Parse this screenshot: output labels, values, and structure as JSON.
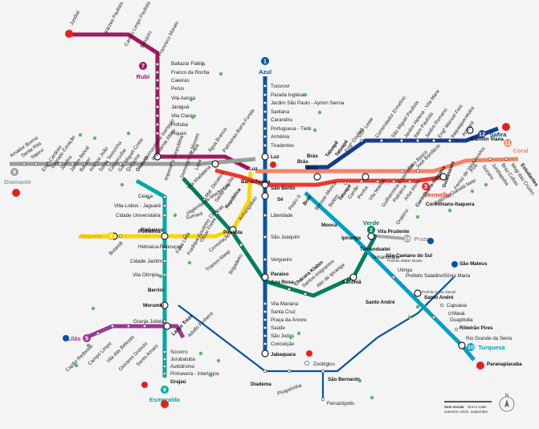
{
  "lines": {
    "azul": {
      "number": "1",
      "name": "Azul",
      "color": "#0455a1"
    },
    "verde": {
      "number": "2",
      "name": "Verde",
      "color": "#007e5e"
    },
    "vermelha": {
      "number": "3",
      "name": "Vermelha",
      "color": "#ee372f"
    },
    "amarela": {
      "number": "4",
      "name": "Amarela",
      "color": "#fed304"
    },
    "lilas": {
      "number": "5",
      "name": "Lilás",
      "color": "#9b3894"
    },
    "rubi": {
      "number": "7",
      "name": "Rubi",
      "color": "#a0185f"
    },
    "diamante": {
      "number": "8",
      "name": "Diamante",
      "color": "#97a098"
    },
    "esmeralda": {
      "number": "9",
      "name": "Esmeralda",
      "color": "#01a9a7"
    },
    "turquesa": {
      "number": "10",
      "name": "Turquesa",
      "color": "#049fc3"
    },
    "coral": {
      "number": "11",
      "name": "Coral",
      "color": "#f68368"
    },
    "safira": {
      "number": "12",
      "name": "Safira",
      "color": "#133c8d"
    },
    "prata": {
      "number": "15",
      "name": "Prata",
      "color": "#a9a9a9"
    }
  },
  "stations": {
    "rubi": [
      "Jundiaí",
      "Várzea Paulista",
      "Campo Limpo Paulista",
      "Botujuru",
      "Francisco Morato",
      "Baltazar Fidélis",
      "Franco da Rocha",
      "Caieiras",
      "Perus",
      "Vila Aurora",
      "Jaraguá",
      "Vila Clarice",
      "Pirituba",
      "Piqueri",
      "Lapa",
      "Água Branca",
      "Palmeiras-Barra Funda"
    ],
    "azul": [
      "Tucuruvi",
      "Parada Inglesa",
      "Jardim São Paulo - Ayrton Senna",
      "Santana",
      "Carandiru",
      "Portuguesa - Tietê",
      "Armênia",
      "Tiradentes",
      "Luz",
      "São Bento",
      "Sé",
      "Liberdade",
      "São Joaquim",
      "Vergueiro",
      "Paraíso",
      "Ana Rosa",
      "Vila Mariana",
      "Santa Cruz",
      "Praça da Árvore",
      "Saúde",
      "São Judas",
      "Conceição",
      "Jabaquara"
    ],
    "verde": [
      "Vila Madalena",
      "Sumaré",
      "Clínicas",
      "Consolação",
      "Trianon-Masp",
      "Brigadeiro",
      "Chácara Klabin",
      "Santos-Imigrantes",
      "Alto do Ipiranga",
      "Sacomã",
      "Tamanduateí",
      "Vila Prudente"
    ],
    "vermelha": [
      "Barra Funda",
      "Mal. Deodoro",
      "Santa Cecília",
      "República",
      "Anhangabaú",
      "Pedro II",
      "Brás",
      "Bresser-Mooca",
      "Belém",
      "Tatuapé",
      "Carrão",
      "Penha",
      "Vila Matilde",
      "Guilhermina-Esperança",
      "Patriarca",
      "Artur Alvim",
      "Corinthians-Itaquera"
    ],
    "amarela": [
      "Butantã",
      "Pinheiros",
      "Faria Lima",
      "Fradique Coutinho",
      "Oscar Freire",
      "Paulista",
      "Higienópolis-Mackenzie"
    ],
    "lilas": [
      "Capão Redondo",
      "Campo Limpo",
      "Vila das Belezas",
      "Giovanni Gronchi",
      "Santo Amaro",
      "Largo Treze",
      "Adolfo Pinheiro"
    ],
    "diamante": [
      "Amador Bueno",
      "Santa Rita",
      "Itapevi",
      "Engº Cardoso",
      "Sagrado Coração",
      "Jandira",
      "Jardim Belval",
      "Barueri",
      "Antonio João",
      "Santa Terezinha",
      "Carapicuíba",
      "Gal. Miguel Costa",
      "Quitaúna",
      "Osasco",
      "Comandante Sampaio",
      "Presidente Altino",
      "Imperatriz Leopoldina",
      "Domingos de Moraes",
      "Lapa"
    ],
    "esmeralda": [
      "Ceasa",
      "Villa-Lobos - Jaguaré",
      "Cidade Universitária",
      "Pinheiros",
      "Hebraica-Rebouças",
      "Cidade Jardim",
      "Vila Olímpia",
      "Berrini",
      "Morumbi",
      "Granja Julieta",
      "Socorro",
      "Jurubatuba",
      "Autódromo",
      "Primavera - Interlagos",
      "Grajaú"
    ],
    "turquesa": [
      "Brás",
      "Mooca",
      "Ipiranga",
      "Tamanduateí",
      "São Caetano do Sul",
      "Utinga",
      "Prefeito Saladino",
      "Santo André",
      "Capuava",
      "Mauá",
      "Guapituba",
      "Ribeirão Pires",
      "Rio Grande da Serra"
    ],
    "coral": [
      "Luz",
      "Brás",
      "Tatuapé",
      "Corinthians-Itaquera",
      "Dom Bosco",
      "José Bonifácio",
      "Guaianases",
      "Antônio Gianetti Neto",
      "Ferraz de Vasconcelos",
      "Poá",
      "Calmon Viana",
      "Suzano",
      "Jundiapeba",
      "Braz Cubas",
      "Mogi das Cruzes",
      "Estudantes"
    ],
    "safira": [
      "Brás",
      "Tatuapé",
      "Engº Goulart",
      "USP Leste",
      "Comendador Ermelino",
      "São Miguel Paulista",
      "Jardim Helena - Vila Mara",
      "Itaim Paulista",
      "Jardim Romano",
      "Engº Manoel Feio",
      "Itaquaquecetuba",
      "Aracaré",
      "Calmon Viana"
    ],
    "prata": [
      "Vila Prudente",
      "Oratório"
    ],
    "azul_extension": [
      "Diadema",
      "Piraporinha",
      "São Bernardo",
      "Ferrazópolis",
      "Zoológico"
    ],
    "paranapiacaba": "Paranapiacaba",
    "sao_mateus": [
      "São Mateus",
      "Sônia Maria"
    ],
    "paulista_label": "Paulista",
    "sao_caetano_sub": "Prefeito Walter Braido",
    "santo_andre_sub": "Prefeito Celso Daniel"
  },
  "legend": {
    "scale_pt": "Sem escala",
    "scale_en": "Not to scale",
    "date_pt": "setembro 2018",
    "date_en": "september",
    "north": "N"
  }
}
